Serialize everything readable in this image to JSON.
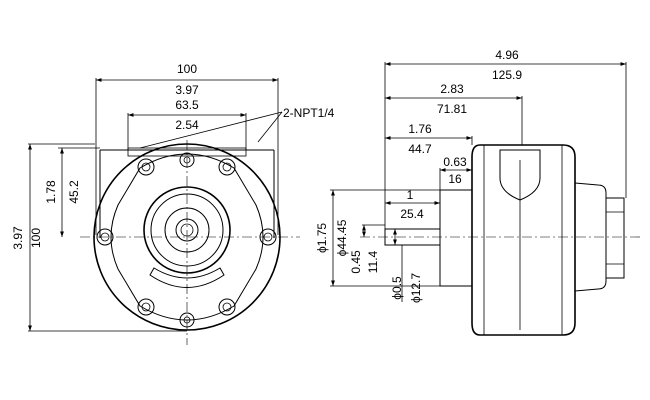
{
  "front_view": {
    "width_mm": "100",
    "width_in": "3.97",
    "port_spacing_mm": "63.5",
    "port_spacing_in": "2.54",
    "port_callout": "2-NPT1/4",
    "half_height_in": "1.78",
    "half_height_mm": "45.2",
    "height_in": "3.97",
    "height_mm": "100"
  },
  "side_view": {
    "overall_in": "4.96",
    "overall_mm": "125.9",
    "body_in": "2.83",
    "body_mm": "71.81",
    "boss_in": "1.76",
    "boss_mm": "44.7",
    "flange_in": "0.63",
    "flange_mm": "16",
    "shaft_len_in": "1",
    "shaft_len_mm": "25.4",
    "boss_dia_in": "ϕ1.75",
    "boss_dia_mm": "ϕ44.45",
    "shaft_off_in": "0.45",
    "shaft_off_mm": "11.4",
    "shaft_dia_in": "ϕ0.5",
    "shaft_dia_mm": "ϕ12.7"
  }
}
